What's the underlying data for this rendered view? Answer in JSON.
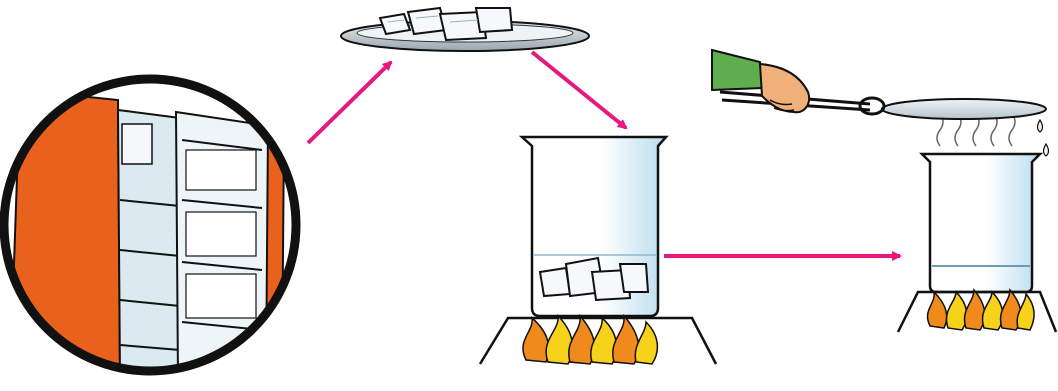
{
  "figure": {
    "stages": [
      {
        "id": "freezer",
        "icon": "refrigerator-icon"
      },
      {
        "id": "ice-tray",
        "icon": "ice-cubes-icon"
      },
      {
        "id": "heating-ice",
        "icon": "beaker-with-ice-icon"
      },
      {
        "id": "condensation",
        "icon": "beaker-with-lid-icon"
      }
    ],
    "colors": {
      "arrow": "#e6197f",
      "fridge_body": "#e8621e",
      "outline": "#111111",
      "water": "#cfe6f3",
      "flame_orange": "#f08a1c",
      "flame_yellow": "#f7d21a",
      "sleeve": "#5fae4e",
      "skin": "#f0b07a"
    }
  }
}
